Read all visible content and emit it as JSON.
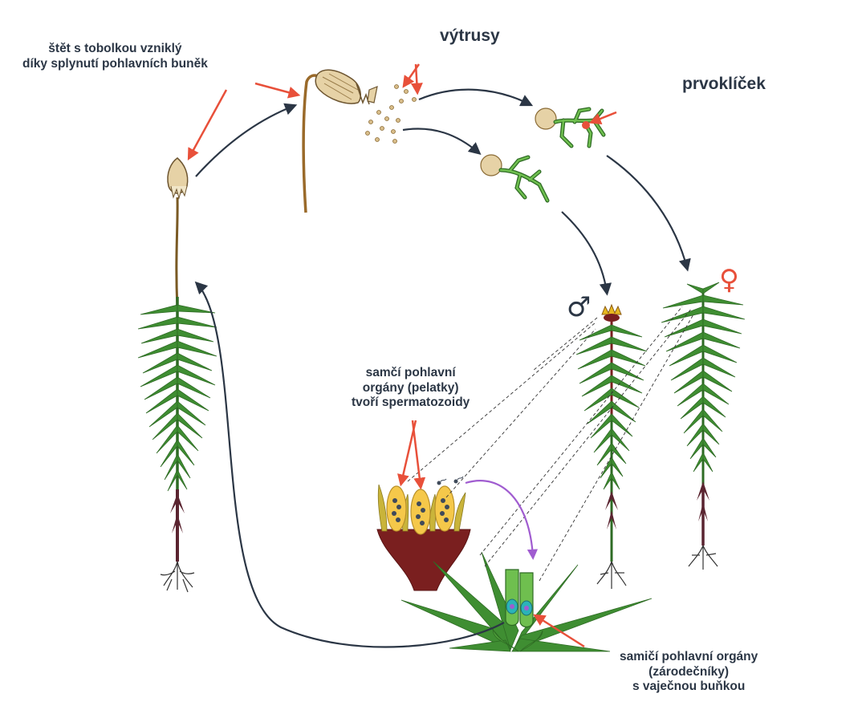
{
  "labels": {
    "spores": "výtrusy",
    "protonema": "prvoklíček",
    "capsule": [
      "štět s tobolkou vzniklý",
      "díky splynutí pohlavních buněk"
    ],
    "male_organs": [
      "samčí pohlavní",
      "orgány (pelatky)",
      "tvoří spermatozoidy"
    ],
    "female_organs": [
      "samičí pohlavní orgány",
      "(zárodečníky)",
      "s vaječnou buňkou"
    ]
  },
  "symbols": {
    "male": "♂",
    "female": "♀"
  },
  "colors": {
    "text": "#2b3645",
    "cycle_arrow": "#2b3645",
    "pointer_arrow": "#e8503a",
    "sperm_path": "#a05cd0",
    "leaf": "#3f8e32",
    "leaf_dark": "#2e6b24",
    "stem_dark": "#5a2430",
    "capsule": "#e6d2a6",
    "spore": "#d8bd8a",
    "antheridium": "#f5c84a",
    "receptacle": "#7a1f1f",
    "female_symbol": "#e8503a",
    "male_symbol": "#2b3645"
  }
}
